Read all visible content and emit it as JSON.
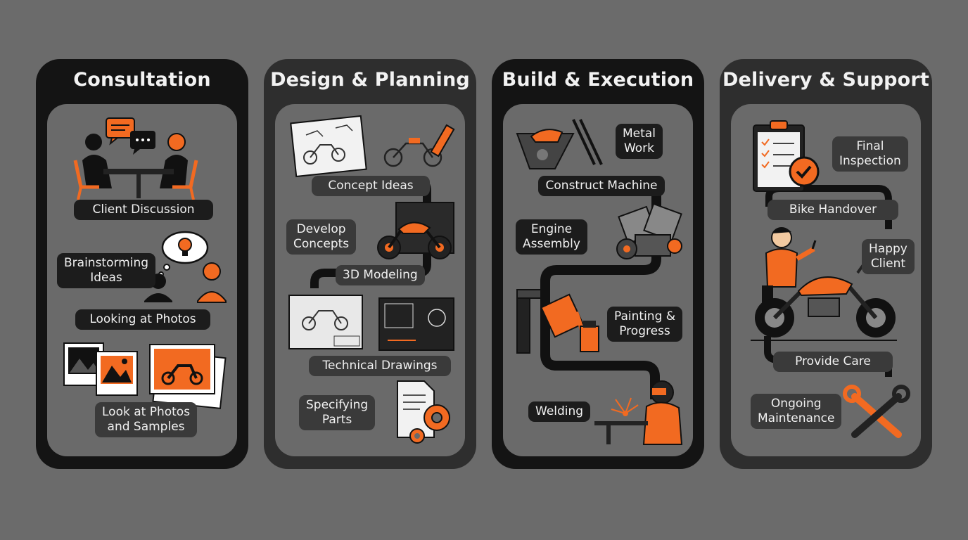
{
  "columns": [
    {
      "title": "Consultation",
      "labels": {
        "client_discussion": "Client Discussion",
        "brainstorming_ideas": "Brainstorming\nIdeas",
        "looking_at_photos": "Looking at Photos",
        "photos_and_samples": "Look at Photos\nand Samples"
      }
    },
    {
      "title": "Design & Planning",
      "labels": {
        "concept_ideas": "Concept Ideas",
        "develop_concepts": "Develop\nConcepts",
        "modeling_3d": "3D Modeling",
        "technical_drawings": "Technical Drawings",
        "specifying_parts": "Specifying\nParts"
      }
    },
    {
      "title": "Build & Execution",
      "labels": {
        "metal_work": "Metal\nWork",
        "construct_machine": "Construct Machine",
        "engine_assembly": "Engine\nAssembly",
        "painting_progress": "Painting &\nProgress",
        "welding": "Welding"
      }
    },
    {
      "title": "Delivery & Support",
      "labels": {
        "final_inspection": "Final\nInspection",
        "bike_handover": "Bike Handover",
        "happy_client": "Happy\nClient",
        "provide_care": "Provide Care",
        "ongoing_maintenance": "Ongoing\nMaintenance"
      }
    }
  ],
  "colors": {
    "accent": "#f26a21",
    "panel_dark": "#141414",
    "panel_mid": "#2e2e2e",
    "panel_inner": "#6a6a6a",
    "label_bg": "#1c1c1c"
  }
}
